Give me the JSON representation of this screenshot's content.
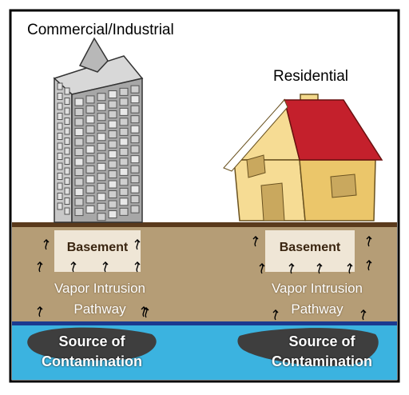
{
  "labels": {
    "commercial": "Commercial/Industrial",
    "residential": "Residential",
    "basement_left": "Basement",
    "basement_right": "Basement",
    "pathway_left_line1": "Vapor Intrusion",
    "pathway_left_line2": "Pathway",
    "pathway_right_line1": "Vapor Intrusion",
    "pathway_right_line2": "Pathway",
    "source_left_line1": "Source of",
    "source_left_line2": "Contamination",
    "source_right_line1": "Source of",
    "source_right_line2": "Contamination"
  },
  "colors": {
    "soil": "#b59d76",
    "groundwater": "#3bb3e0",
    "water_table": "#1b3a8f",
    "ground_surface": "#5a3a1c",
    "house_wall": "#f6dc94",
    "roof": "#c4202c",
    "building_glass": "#a7a7a7",
    "basement": "#efe6d6",
    "plume": "#3e3e3e"
  }
}
